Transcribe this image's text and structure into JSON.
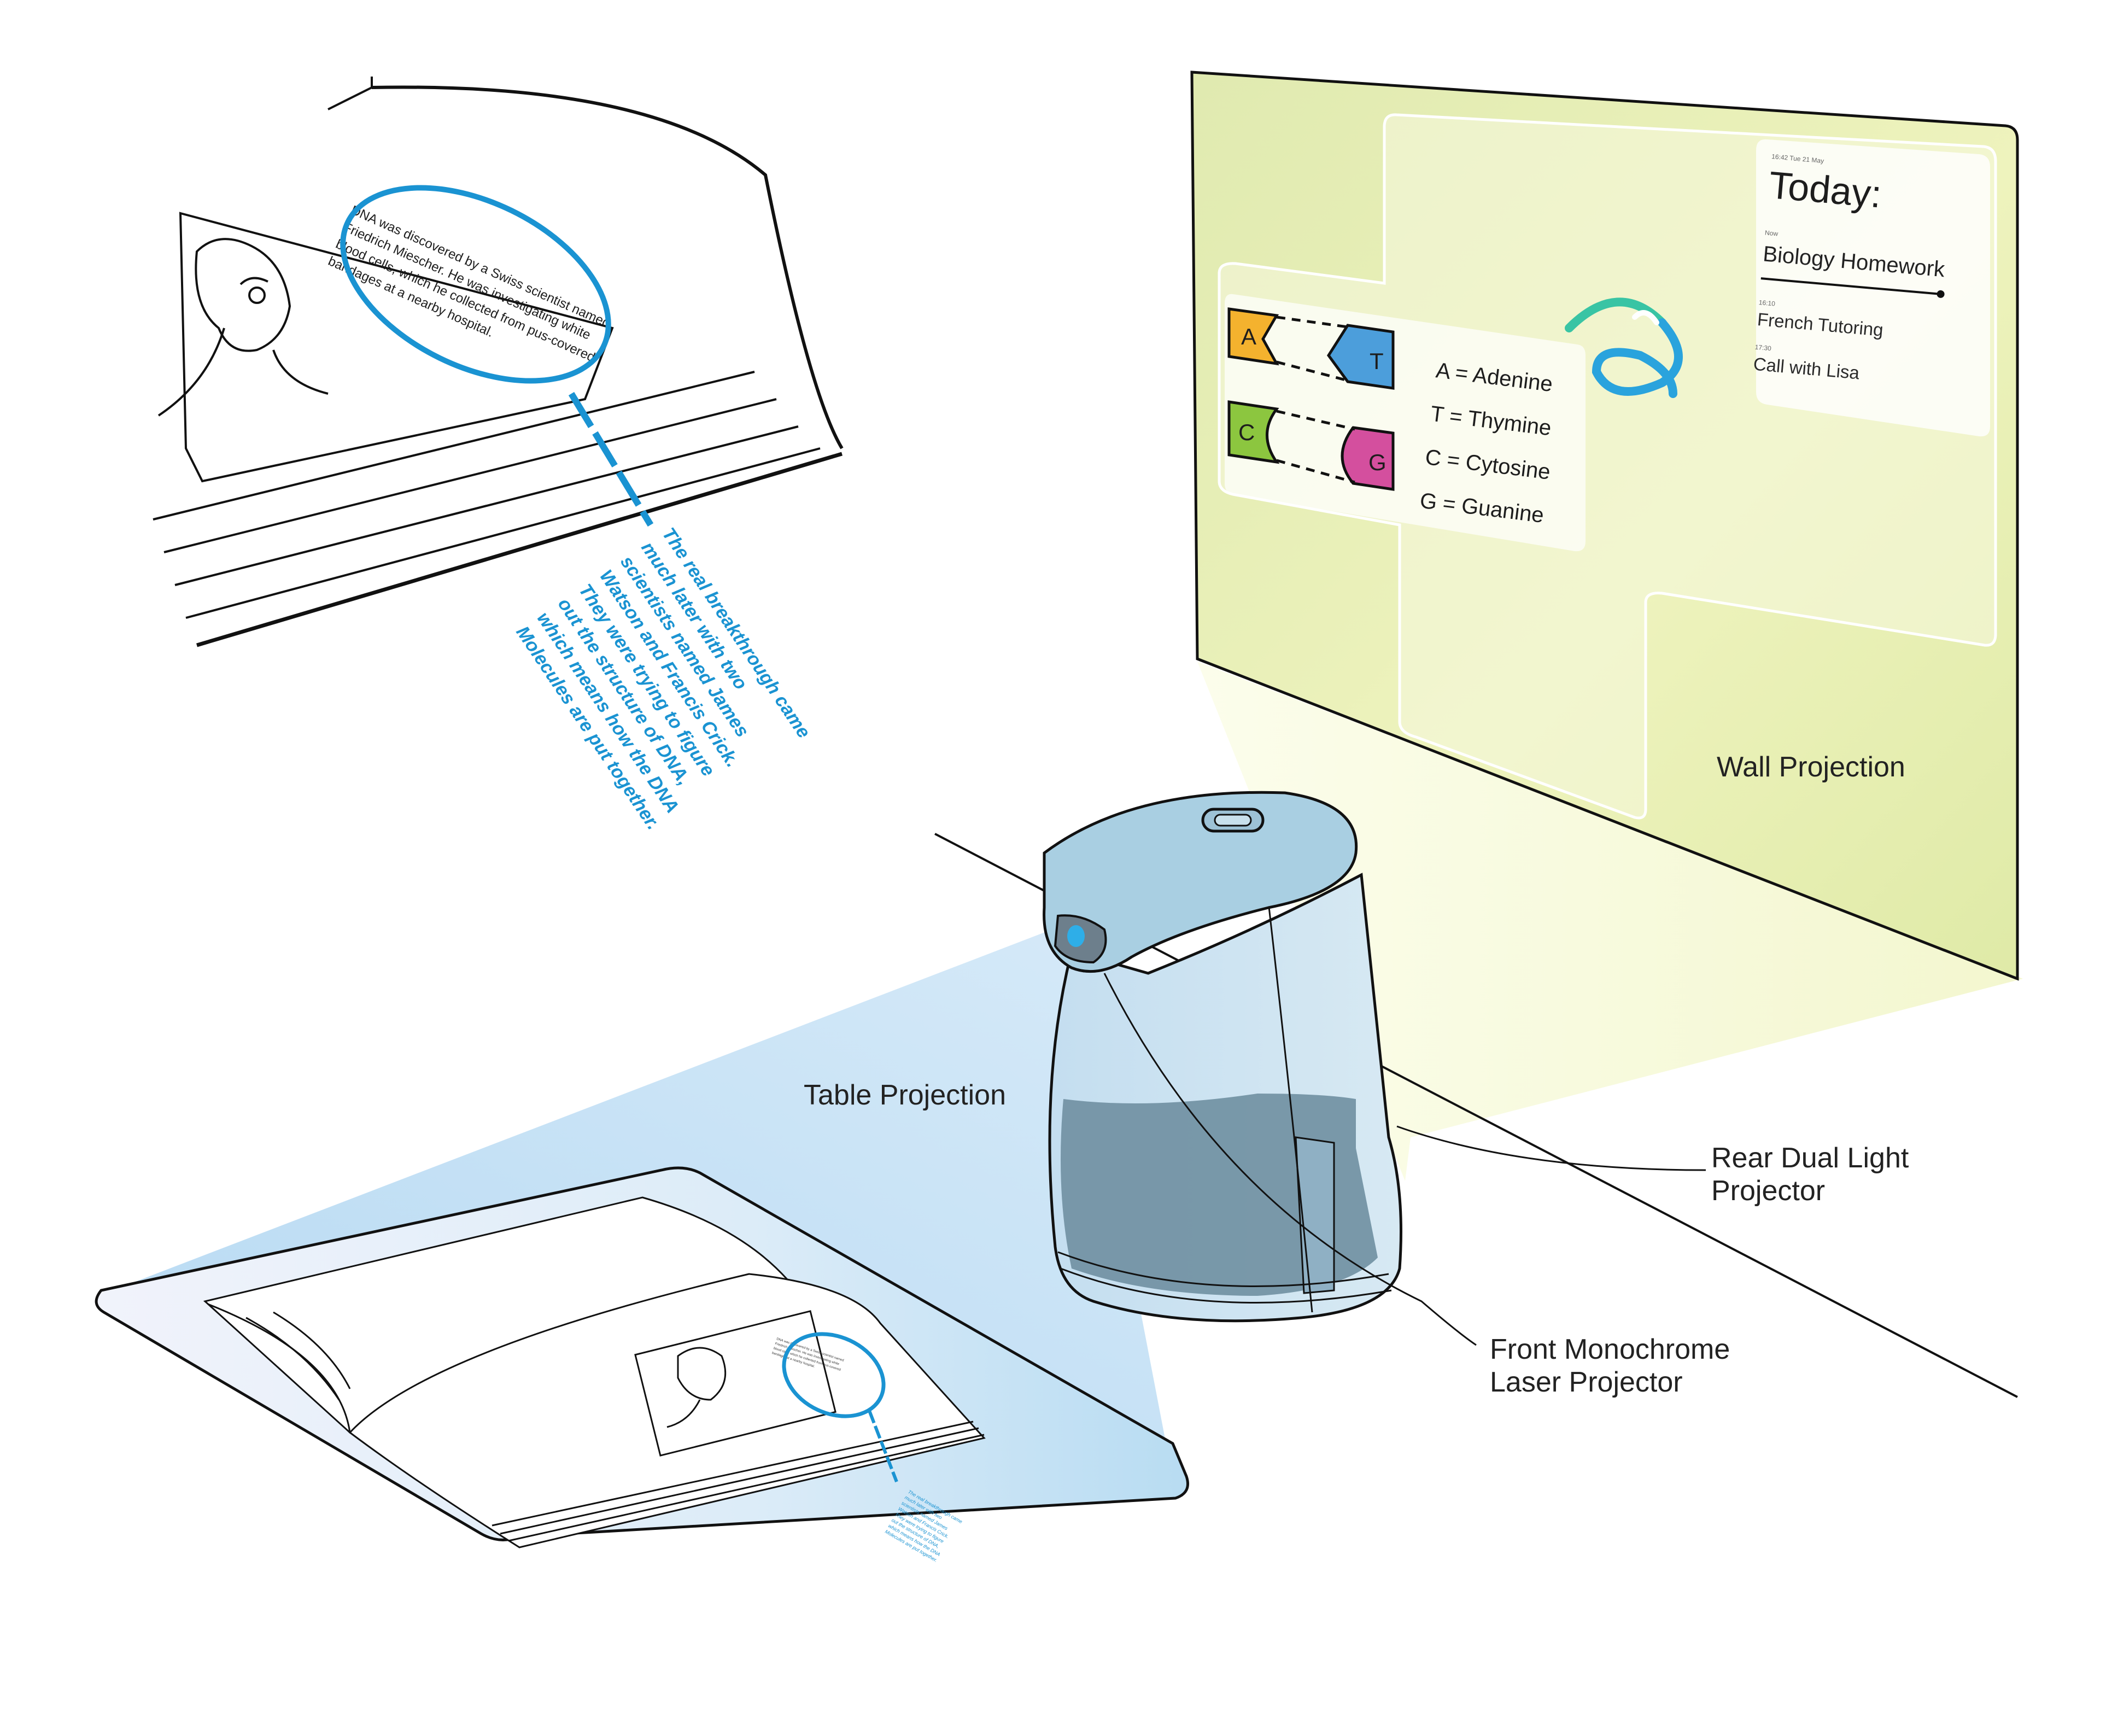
{
  "labels": {
    "wall_projection": "Wall Projection",
    "table_projection": "Table Projection",
    "rear_projector_line1": "Rear Dual Light",
    "rear_projector_line2": "Projector",
    "front_projector_line1": "Front Monochrome",
    "front_projector_line2": "Laser Projector"
  },
  "schedule": {
    "time_header": "16:42 Tue 21 May",
    "title": "Today:",
    "now_label": "Now",
    "current": "Biology Homework",
    "item1_time": "16:10",
    "item1": "French Tutoring",
    "item2_time": "17:30",
    "item2": "Call with Lisa"
  },
  "dna": {
    "tags": [
      "A",
      "T",
      "C",
      "G"
    ],
    "legend": [
      "A = Adenine",
      "T = Thymine",
      "C = Cytosine",
      "G = Guanine"
    ]
  },
  "book": {
    "caption_lines": [
      "DNA was discovered by a Swiss scientist named",
      "Friedrich Miescher. He was investigating white",
      "blood cells, which he collected from pus-covered",
      "bandages at a nearby hospital."
    ],
    "annotation_lines": [
      "The real breakthrough came",
      "much later with two",
      "scientists named James",
      "Watson and Francis Crick.",
      "They were trying to figure",
      "out the structure of DNA,",
      "which means how the DNA",
      "Molecules are put together."
    ]
  },
  "colors": {
    "projection_blue": "#1a93d2",
    "wall_green": "#e5edb0",
    "device_blue": "#a9cfe2",
    "tag_a": "#f4b22e",
    "tag_t": "#4c9edb",
    "tag_c": "#8cc63f",
    "tag_g": "#d44f9e"
  }
}
